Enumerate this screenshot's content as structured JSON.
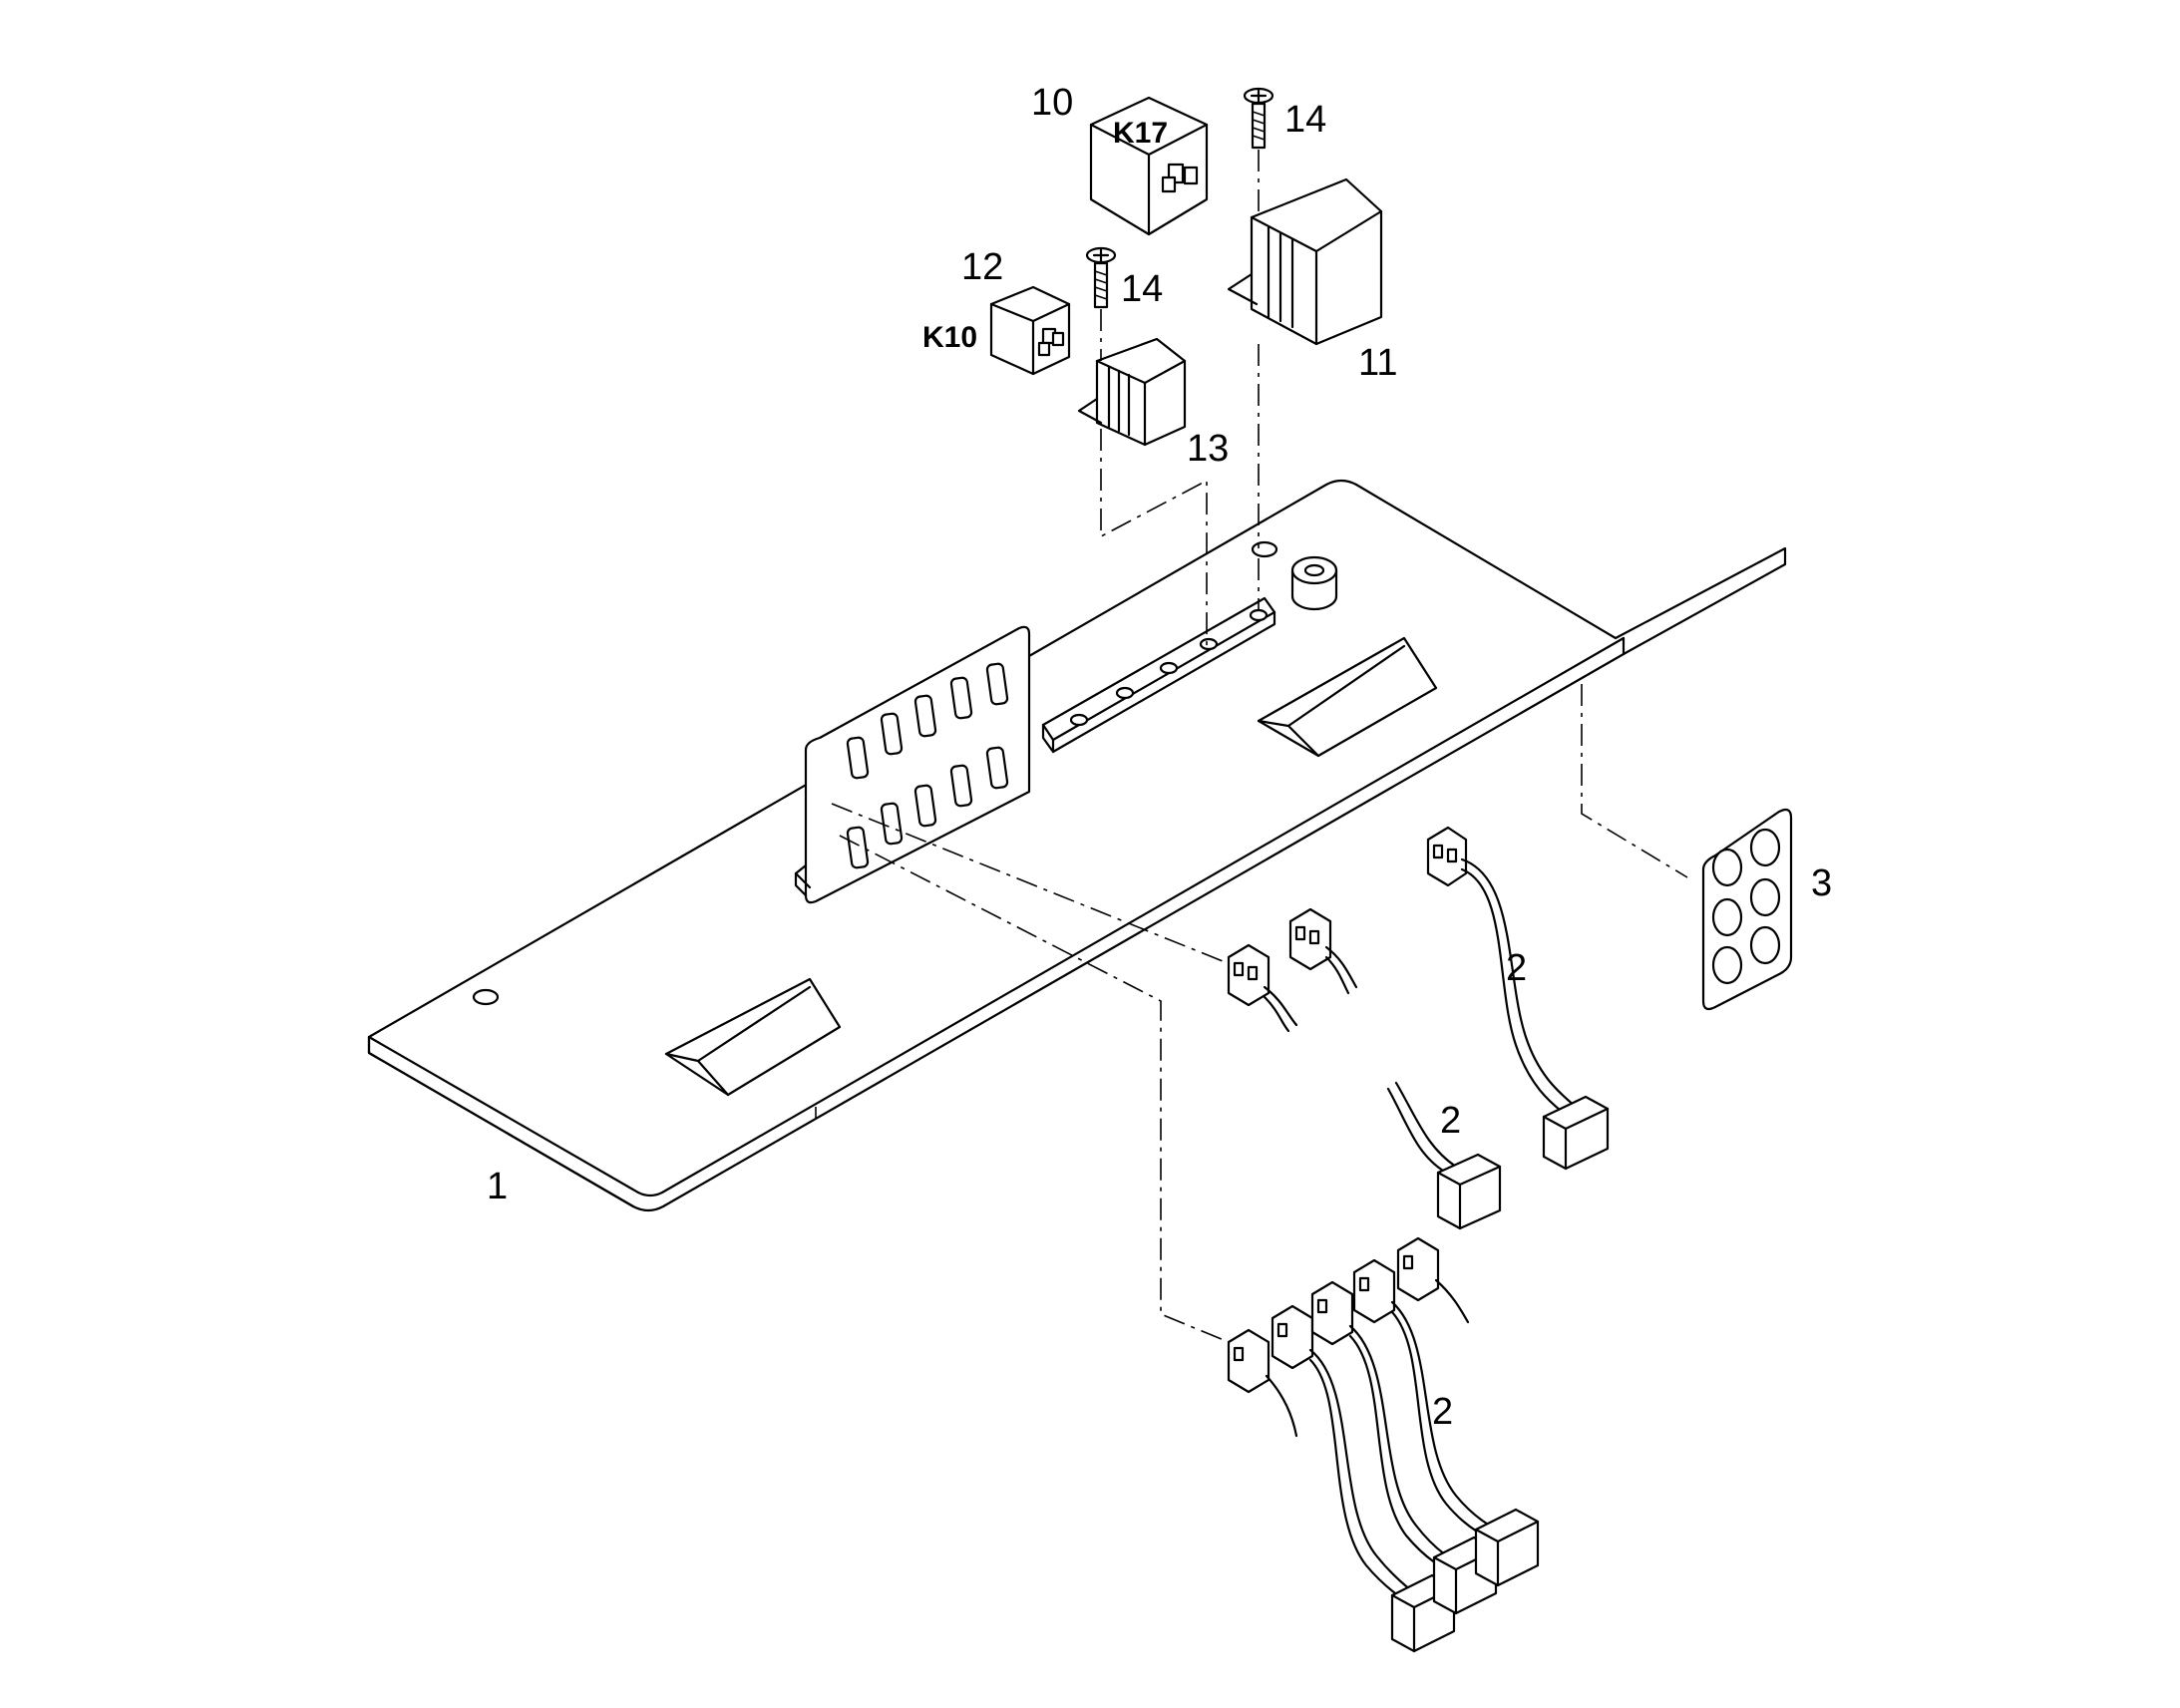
{
  "callouts": {
    "c1": "1",
    "c2a": "2",
    "c2b": "2",
    "c2c": "2",
    "c3": "3",
    "c10": "10",
    "c11": "11",
    "c12": "12",
    "c13": "13",
    "c14a": "14",
    "c14b": "14"
  },
  "relay_labels": {
    "k17": "K17",
    "k10": "K10"
  }
}
